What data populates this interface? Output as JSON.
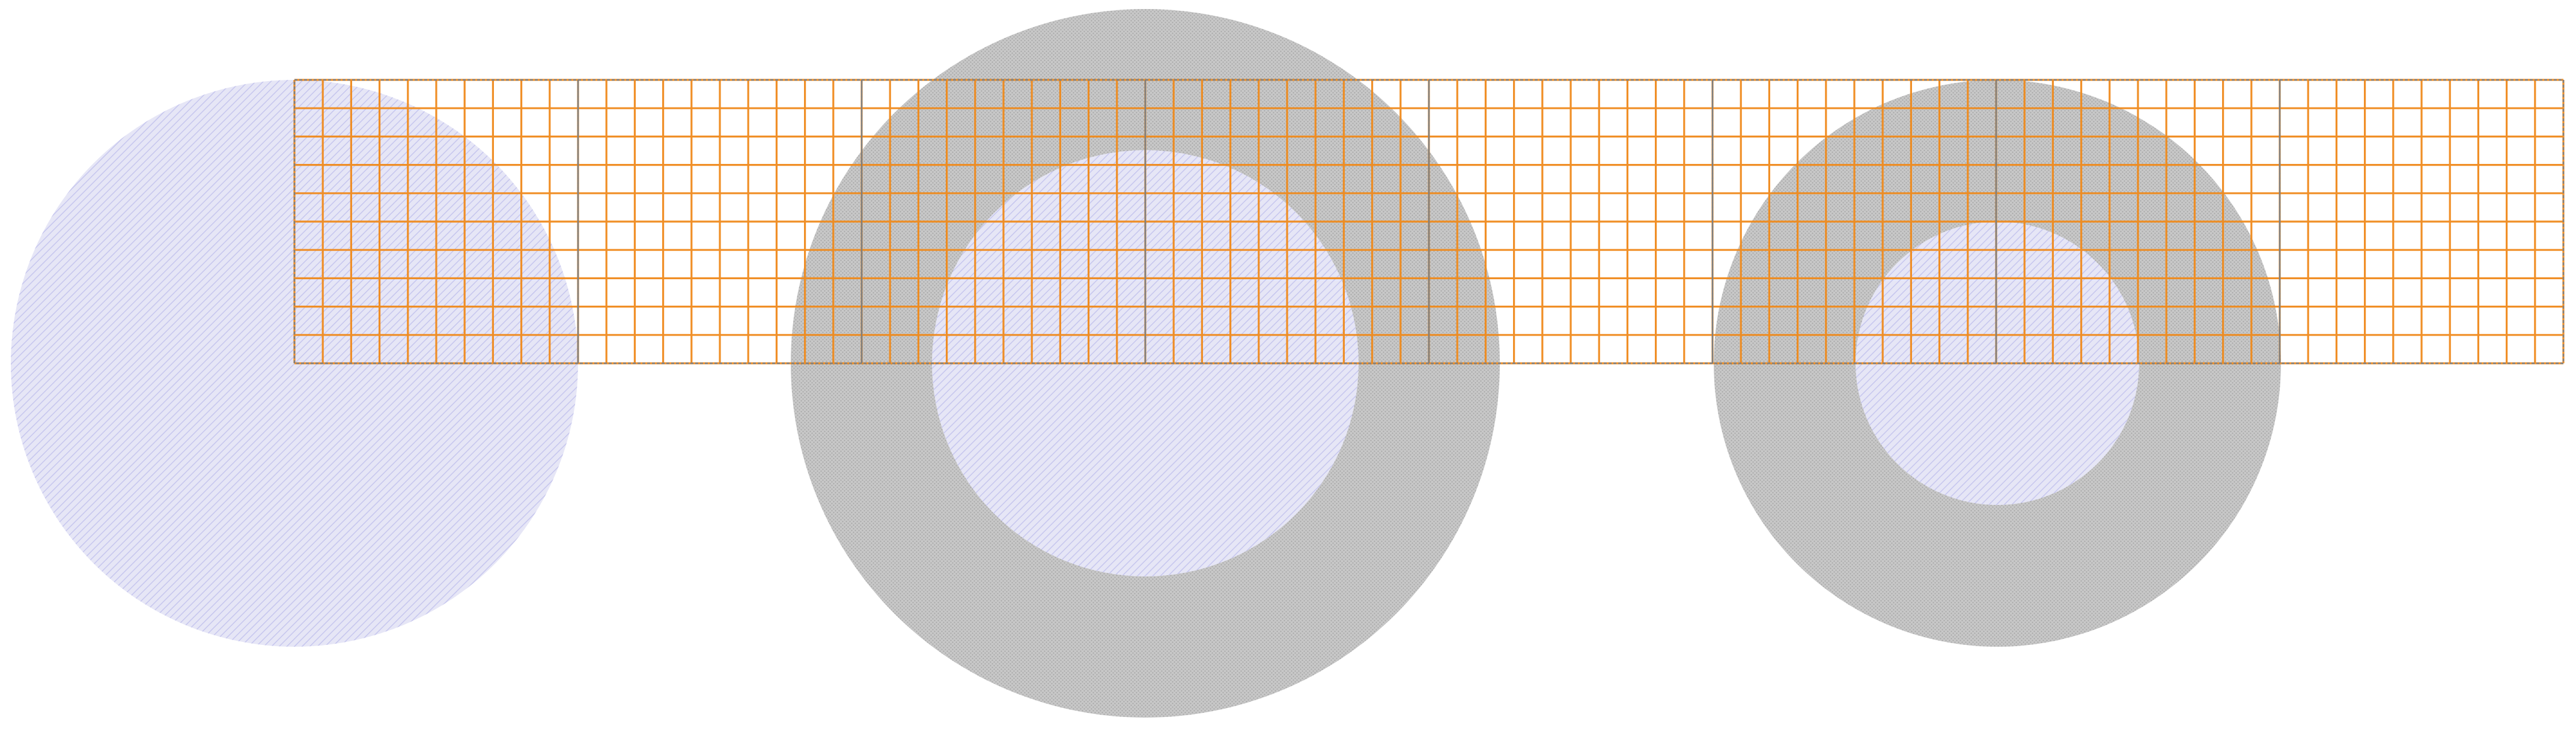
{
  "colors": {
    "background": "#ffffff",
    "disk_fill": "#e6e6f6",
    "disk_hatch": "#c6c6ee",
    "ring_fill": "#c8c8c8",
    "ring_dots": "#a6a6a6",
    "grid_line": "#f08a1c",
    "cell_border": "#7f7f7f"
  },
  "diagram": {
    "grid_columns": 8,
    "subdivisions_per_cell": 10,
    "shapes": [
      {
        "name": "disk-left",
        "kind": "disk"
      },
      {
        "name": "annulus-middle",
        "kind": "annulus"
      },
      {
        "name": "annulus-right",
        "kind": "annulus"
      }
    ]
  }
}
